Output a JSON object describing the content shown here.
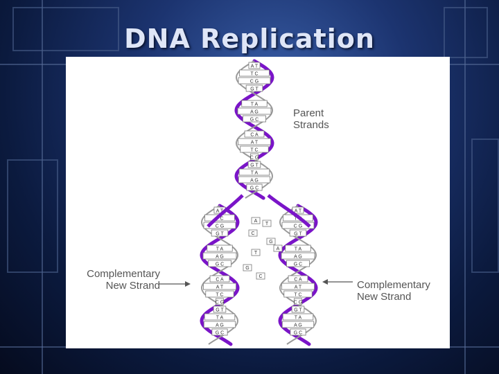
{
  "slide": {
    "title": "DNA Replication"
  },
  "diagram": {
    "parent_label": "Parent\nStrands",
    "left_label": "Complementary\nNew Strand",
    "right_label": "Complementary\nNew Strand",
    "strand_color": "#7a14c8",
    "base_pairs": [
      "A",
      "T",
      "C",
      "G",
      "T",
      "A",
      "G",
      "C"
    ]
  }
}
